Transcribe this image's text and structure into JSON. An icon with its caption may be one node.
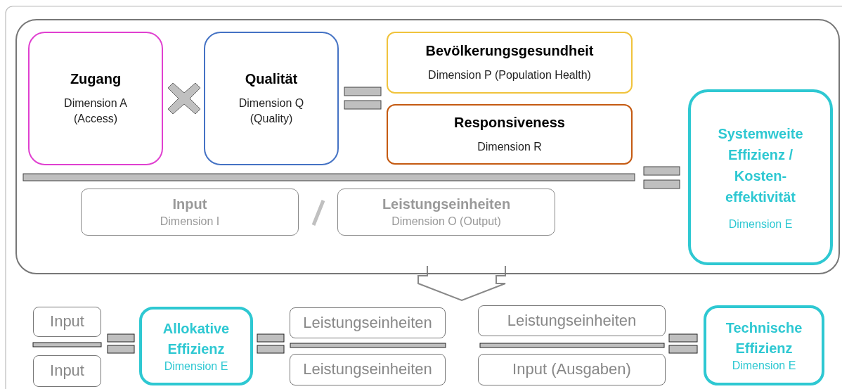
{
  "diagram": {
    "nodes": [
      {
        "text": [],
        "shape": "box"
      },
      {
        "text": [
          "Zugang",
          "Dimension A (Access)"
        ],
        "in": 0
      },
      {
        "text": [
          "Qualität",
          "Dimension Q (Quality)"
        ],
        "in": 0
      },
      {
        "text": [
          "Bevölkerungsgesundheit",
          "Dimension P (Population Health)"
        ],
        "in": 0
      },
      {
        "text": [
          "Responsiveness",
          "Dimension R"
        ],
        "in": 0
      },
      {
        "text": [
          "Input",
          "Dimension I"
        ],
        "in": 0
      },
      {
        "text": [
          "Leistungseinheiten",
          "Dimension O (Output)"
        ],
        "in": 0
      },
      {
        "text": [
          "Systemweite Effizienz / Kosten-effektivität",
          "Dimension E"
        ],
        "in": 0
      },
      {
        "text": [
          "Input"
        ]
      },
      {
        "text": [
          "Input"
        ]
      },
      {
        "text": [
          "Allokative Effizienz",
          "Dimension E"
        ]
      },
      {
        "text": [
          "Leistungseinheiten"
        ]
      },
      {
        "text": [
          "Leistungseinheiten"
        ]
      },
      {
        "text": [
          "Leistungseinheiten"
        ]
      },
      {
        "text": [
          "Input (Ausgaben)"
        ]
      },
      {
        "text": [
          "Technische Effizienz",
          "Dimension E"
        ]
      }
    ]
  }
}
